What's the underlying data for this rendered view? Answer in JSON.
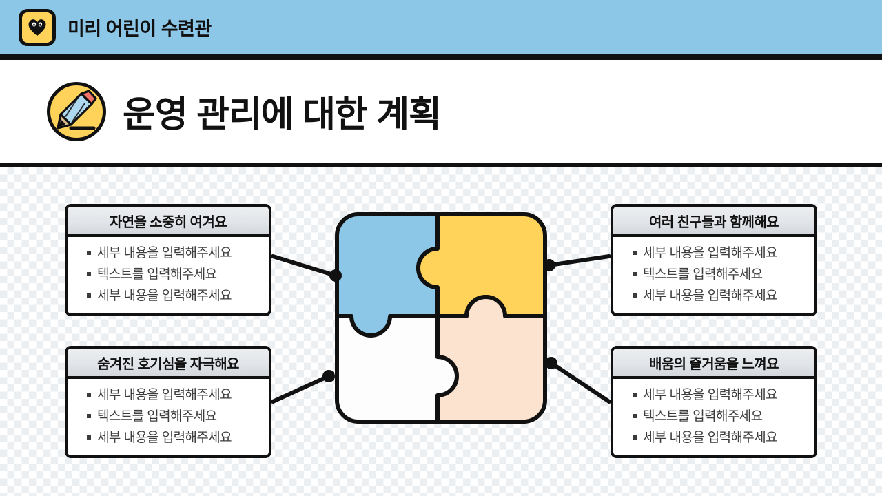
{
  "header": {
    "brand_title": "미리 어린이 수련관",
    "logo_icon": "heart-face-icon",
    "background_color": "#8cc7e8"
  },
  "title_bar": {
    "title": "운영 관리에 대한 계획",
    "icon": "pencil-icon",
    "icon_background_color": "#ffd25a"
  },
  "diagram": {
    "type": "puzzle-four-quadrant",
    "center_icon": "jigsaw-puzzle-icon",
    "pieces": [
      {
        "position": "top-left",
        "color": "#8cc7e8"
      },
      {
        "position": "top-right",
        "color": "#ffd25a"
      },
      {
        "position": "bottom-left",
        "color": "#ffffff"
      },
      {
        "position": "bottom-right",
        "color": "#fce3d0"
      }
    ]
  },
  "cards": {
    "top_left": {
      "title": "자연을 소중히 여겨요",
      "bullets": [
        "세부 내용을 입력해주세요",
        "텍스트를 입력해주세요",
        "세부 내용을 입력해주세요"
      ]
    },
    "top_right": {
      "title": "여러 친구들과 함께해요",
      "bullets": [
        "세부 내용을 입력해주세요",
        "텍스트를 입력해주세요",
        "세부 내용을 입력해주세요"
      ]
    },
    "bottom_left": {
      "title": "숨겨진 호기심을 자극해요",
      "bullets": [
        "세부 내용을 입력해주세요",
        "텍스트를 입력해주세요",
        "세부 내용을 입력해주세요"
      ]
    },
    "bottom_right": {
      "title": "배움의 즐거움을 느껴요",
      "bullets": [
        "세부 내용을 입력해주세요",
        "텍스트를 입력해주세요",
        "세부 내용을 입력해주세요"
      ]
    }
  }
}
